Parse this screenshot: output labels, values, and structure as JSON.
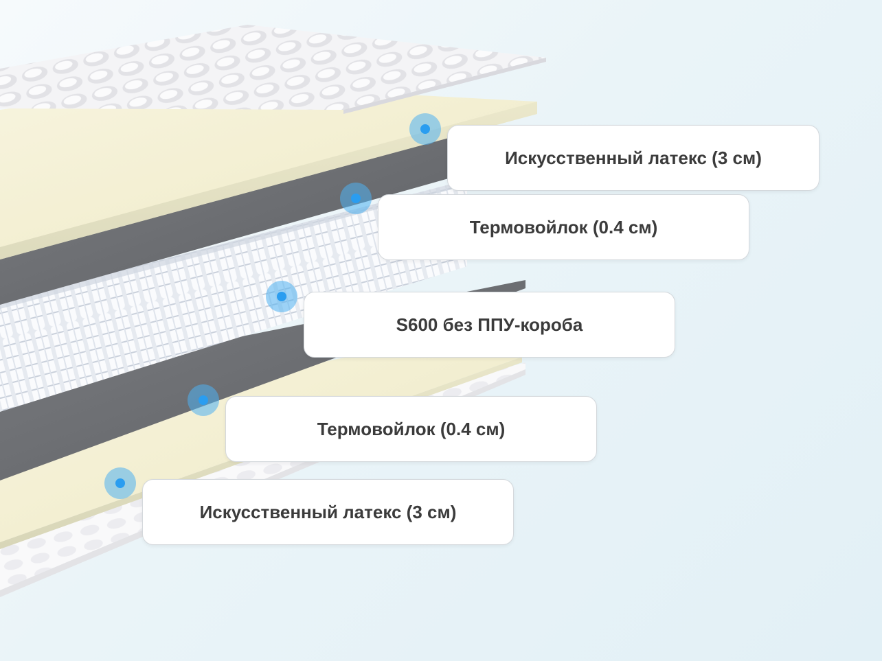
{
  "layers": [
    {
      "label": "Искусственный латекс (3 см)"
    },
    {
      "label": "Термовойлок (0.4 см)"
    },
    {
      "label": "S600 без ППУ-короба"
    },
    {
      "label": "Термовойлок (0.4 см)"
    },
    {
      "label": "Искусственный латекс (3 см)"
    }
  ],
  "colors": {
    "marker": "#2a9df0",
    "latex": "#f4f1d8",
    "felt": "#6e7074",
    "cover": "#f0f0f2",
    "label_text": "#3b3b3b"
  }
}
